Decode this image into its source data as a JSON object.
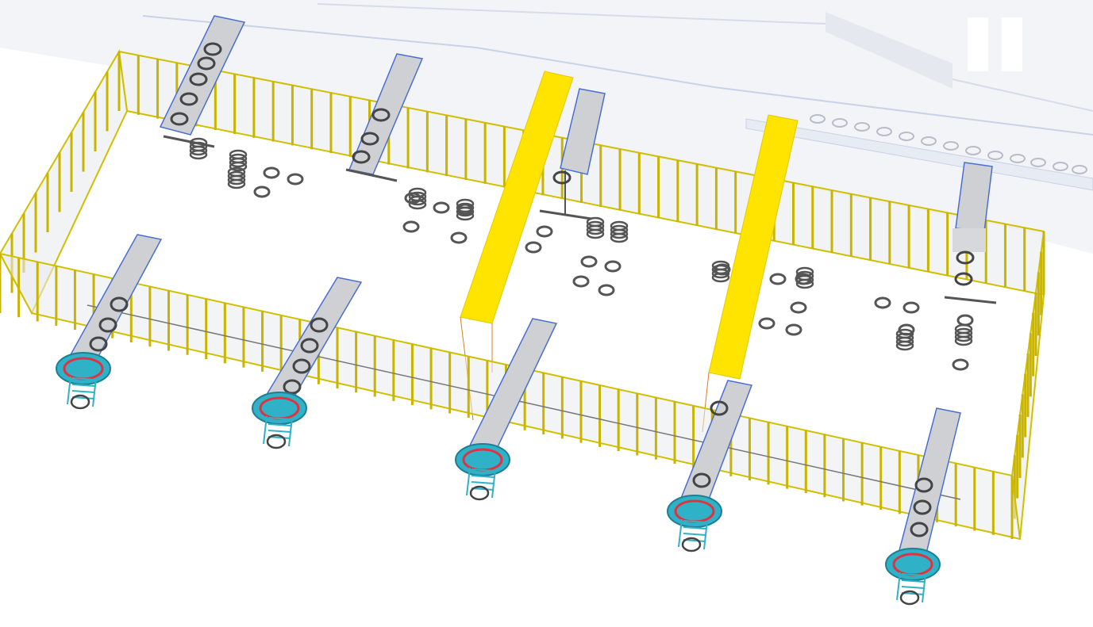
{
  "hud": {
    "pause_icon": "pause-icon"
  },
  "colors": {
    "background": "#ffffff",
    "floor_far": "#eef0f4",
    "fence_post": "#d8c200",
    "fence_mesh": "#9aa0a6",
    "arm": "#c8c9cc",
    "arm_edge": "#4a6fd0",
    "robot_base": "#2fb1c8",
    "robot_ring": "#e03340",
    "divider": "#ffe100",
    "spring": "#555555"
  },
  "scene": {
    "robots_front": 5,
    "feeders_back": 4,
    "dividers": 2
  }
}
